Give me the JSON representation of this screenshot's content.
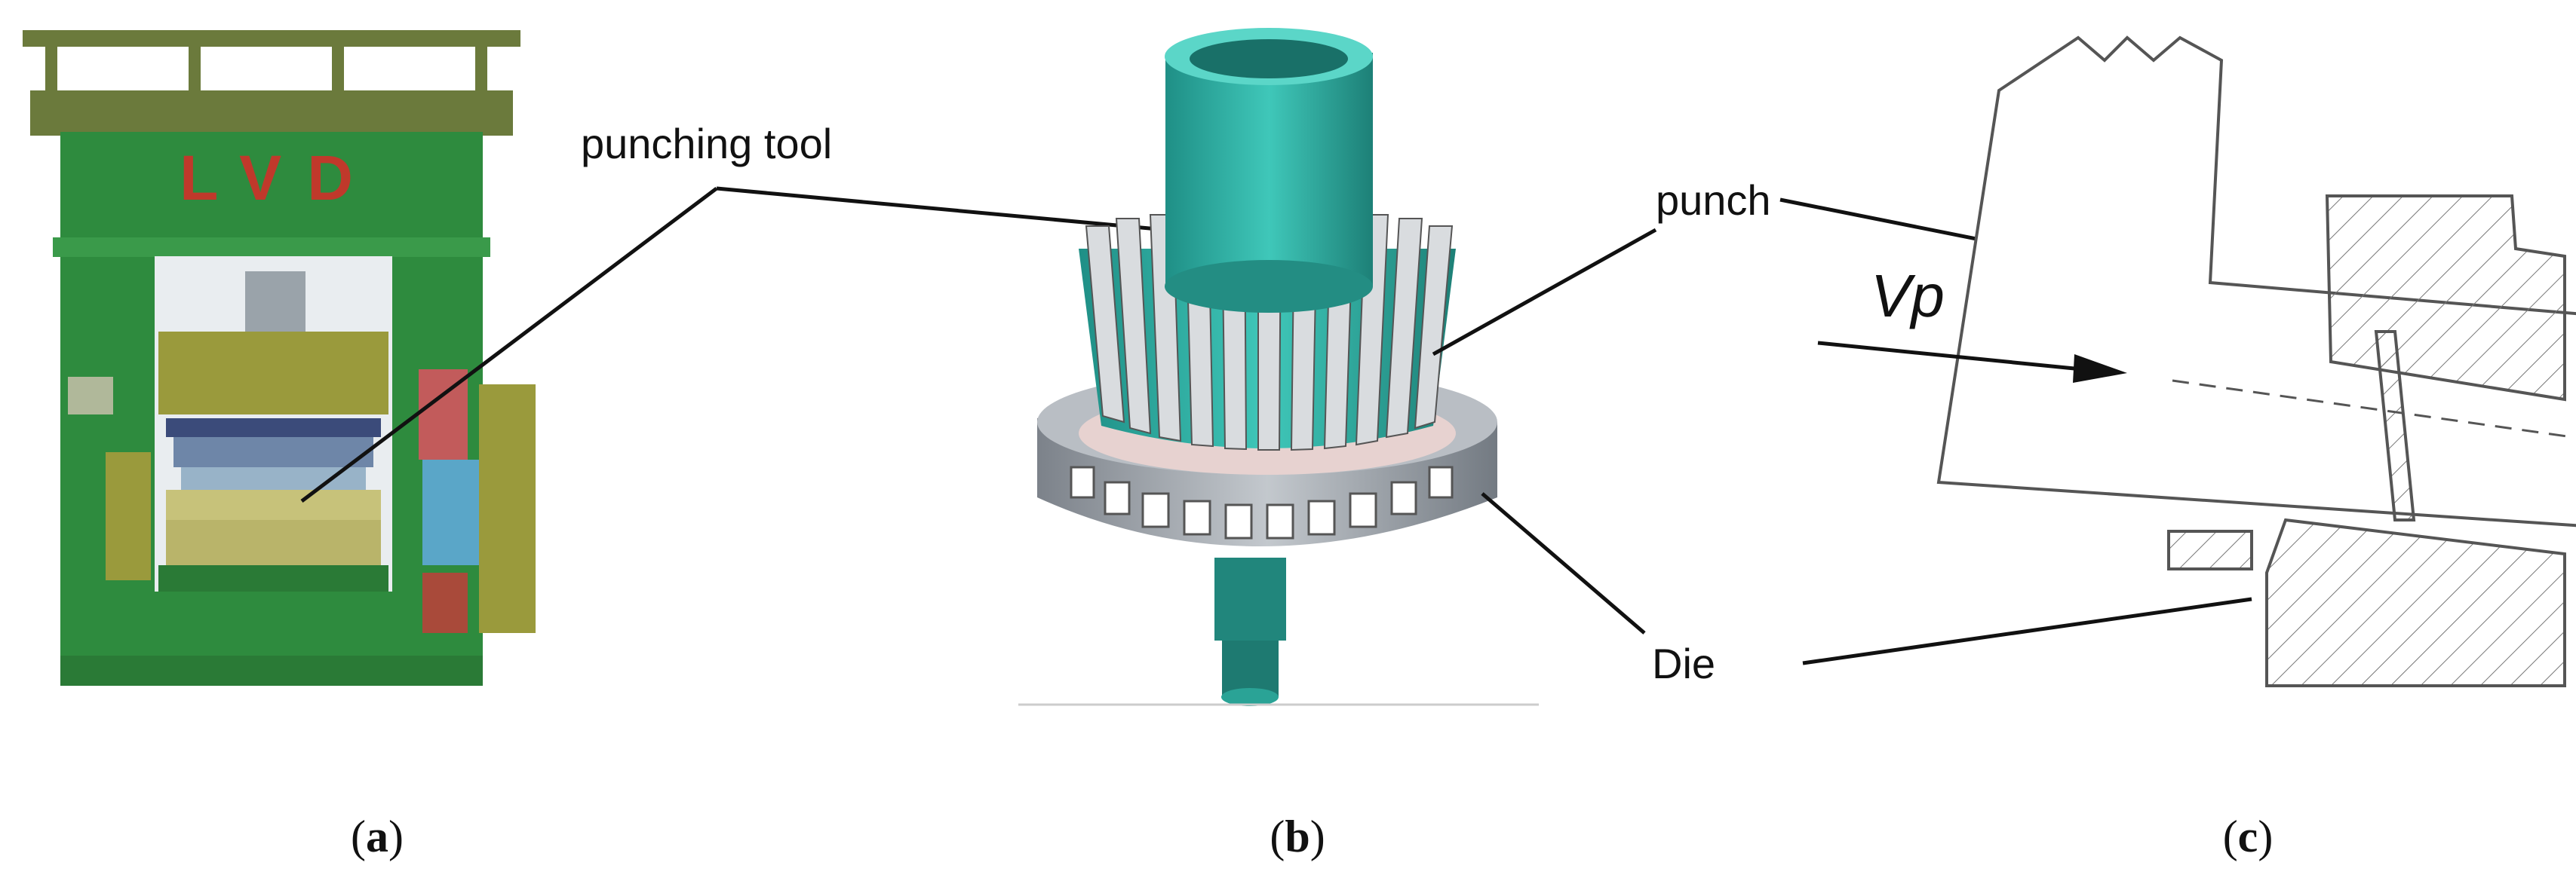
{
  "panel_a": {
    "brand_text": "LVD",
    "callout": "punching tool",
    "caption_open": "(",
    "caption_letter": "a",
    "caption_close": ")"
  },
  "panel_b": {
    "callout_punch": "punch",
    "callout_die": "Die",
    "caption_open": "(",
    "caption_letter": "b",
    "caption_close": ")"
  },
  "panel_c": {
    "velocity_label": "Vp",
    "caption_open": "(",
    "caption_letter": "c",
    "caption_close": ")"
  },
  "colors": {
    "press_green": "#2e8b3e",
    "press_olive": "#6b7a3c",
    "brand_red": "#c0392b",
    "tool_teal": "#2fb5a8",
    "die_gray": "#9aa0a6"
  }
}
